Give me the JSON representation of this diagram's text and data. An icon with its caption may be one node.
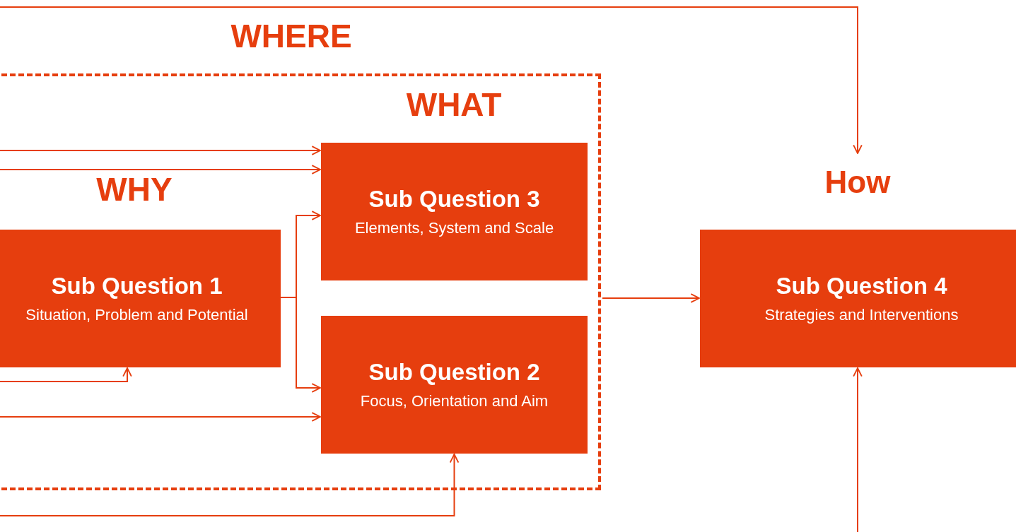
{
  "diagram": {
    "nodes": [
      {
        "text": [
          "WHERE"
        ]
      },
      {
        "text": [
          "Sub Question 1",
          "Situation, Problem and Potential"
        ],
        "in": 0
      },
      {
        "text": [
          "Sub Question 3",
          "Elements, System and Scale"
        ],
        "in": 0
      },
      {
        "text": [
          "Sub Question 2",
          "Focus, Orientation and Aim"
        ],
        "in": 0
      },
      {
        "text": [
          "How"
        ]
      },
      {
        "text": [
          "Sub Question 4",
          "Strategies and Interventions"
        ]
      }
    ],
    "edges": [
      {
        "from": null,
        "to": 2,
        "arrow": "to"
      },
      {
        "from": null,
        "to": 2,
        "arrow": "to"
      },
      {
        "from": 1,
        "to": 2,
        "arrow": "to"
      },
      {
        "from": 1,
        "to": 3,
        "arrow": "to"
      },
      {
        "from": null,
        "to": 1,
        "arrow": "to"
      },
      {
        "from": null,
        "to": 3,
        "arrow": "to"
      },
      {
        "from": null,
        "to": 3,
        "arrow": "to"
      },
      {
        "from": 0,
        "to": 5,
        "arrow": "to"
      },
      {
        "from": null,
        "to": 4,
        "arrow": "to"
      },
      {
        "from": null,
        "to": 5,
        "arrow": "to"
      }
    ],
    "labels": [
      "WHAT",
      "WHY"
    ]
  }
}
